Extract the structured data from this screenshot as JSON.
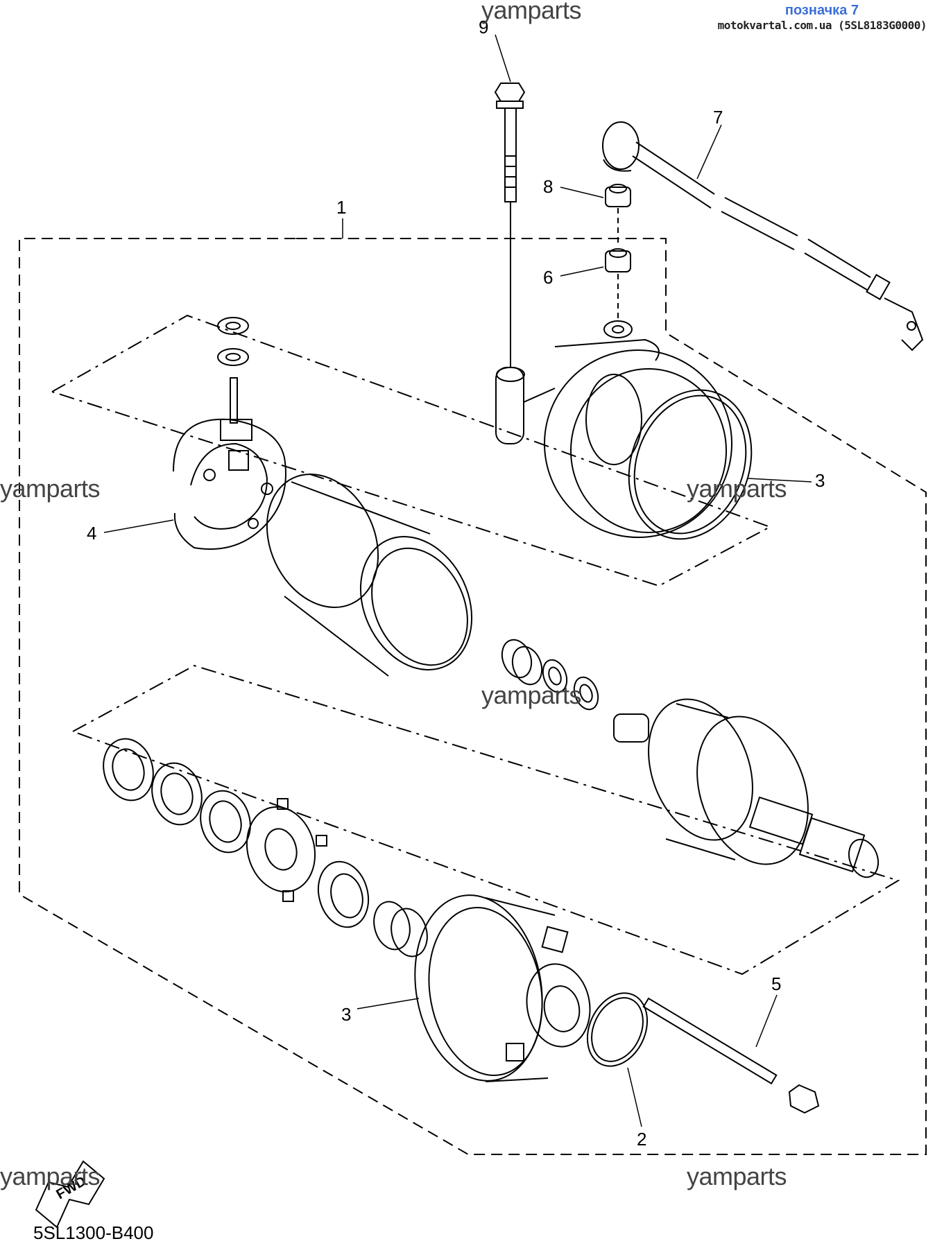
{
  "header": {
    "title": "позначка 7",
    "subtitle": "motokvartal.com.ua (5SL8183G0000)"
  },
  "watermarks": [
    "yamparts",
    "yamparts",
    "yamparts",
    "yamparts",
    "yamparts",
    "yamparts"
  ],
  "diagram_code": "5SL1300-B400",
  "fwd_label": "FWD",
  "callouts": [
    "1",
    "2",
    "3",
    "3",
    "4",
    "5",
    "6",
    "7",
    "8",
    "9"
  ]
}
